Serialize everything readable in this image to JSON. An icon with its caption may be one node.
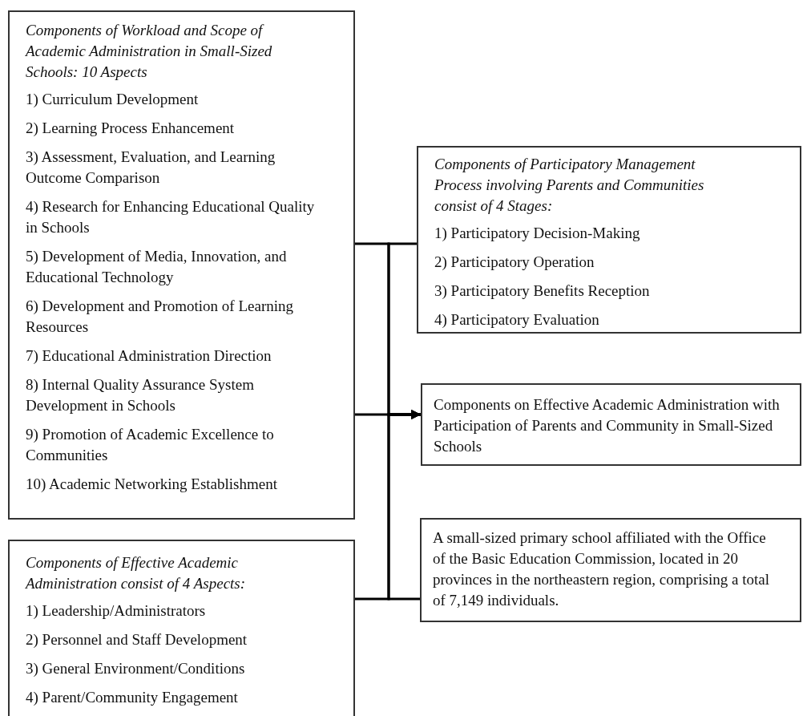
{
  "diagram": {
    "nodes": [
      {
        "text": [
          "Components of Workload and Scope of Academic Administration in Small-Sized Schools: 10 Aspects",
          "1) Curriculum Development",
          "2) Learning Process Enhancement",
          "3) Assessment, Evaluation, and Learning Outcome Comparison",
          "4) Research for Enhancing Educational Quality in Schools",
          "5) Development of Media, Innovation, and Educational Technology",
          "6) Development and Promotion of Learning Resources",
          "7) Educational Administration Direction",
          "8) Internal Quality Assurance System Development in Schools",
          "9) Promotion of Academic Excellence to Communities",
          "10) Academic Networking Establishment"
        ]
      },
      {
        "text": [
          "Components of Participatory Management Process involving Parents and Communities consist of 4 Stages:",
          "1) Participatory Decision-Making",
          "2) Participatory Operation",
          "3) Participatory Benefits Reception",
          "4) Participatory Evaluation"
        ]
      },
      {
        "text": [
          "Components on Effective Academic Administration with Participation of Parents and Community in Small-Sized Schools"
        ]
      },
      {
        "text": [
          "A small-sized primary school affiliated with the Office of the Basic Education Commission, located in 20 provinces in the northeastern region, comprising a total of 7,149 individuals."
        ]
      },
      {
        "text": [
          "Components of Effective Academic Administration consist of 4 Aspects:",
          "1) Leadership/Administrators",
          "2) Personnel and Staff Development",
          "3) General Environment/Conditions",
          "4) Parent/Community Engagement"
        ]
      }
    ],
    "edges": [
      {
        "from": 0,
        "to": 2,
        "arrow": "to"
      },
      {
        "from": 1,
        "to": 2,
        "arrow": "to"
      },
      {
        "from": 3,
        "to": 2,
        "arrow": "to"
      },
      {
        "from": 4,
        "to": 2,
        "arrow": "to"
      },
      {
        "from": 0,
        "to": 2,
        "arrow": "to"
      }
    ]
  }
}
